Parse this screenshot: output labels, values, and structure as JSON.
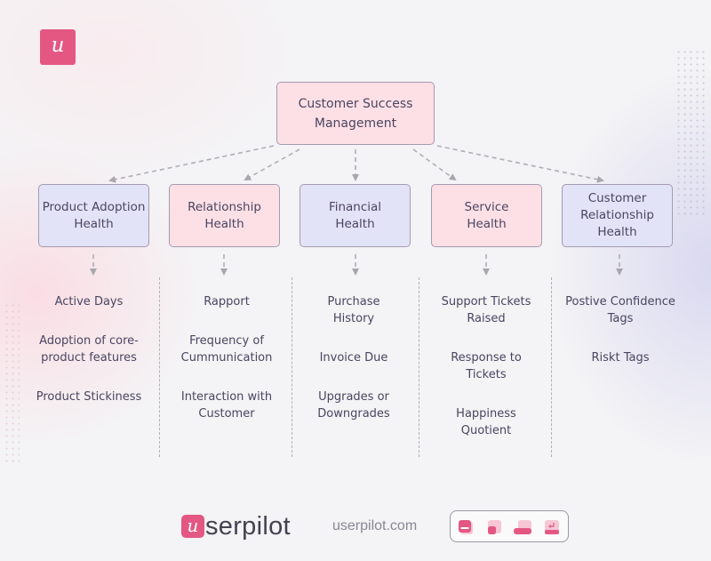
{
  "brand": {
    "logo_letter": "u",
    "wordmark_rest": "serpilot",
    "website": "userpilot.com",
    "accent_color": "#e45782"
  },
  "diagram": {
    "root": {
      "line1": "Customer Success",
      "line2": "Management"
    },
    "categories": [
      {
        "title_lines": [
          "Product Adoption",
          "Health"
        ],
        "color": "lavender",
        "metrics": [
          [
            "Active Days"
          ],
          [
            "Adoption of core-",
            "product features"
          ],
          [
            "Product Stickiness"
          ]
        ]
      },
      {
        "title_lines": [
          "Relationship",
          "Health"
        ],
        "color": "pink",
        "metrics": [
          [
            "Rapport"
          ],
          [
            "Frequency of",
            "Cummunication"
          ],
          [
            "Interaction with",
            "Customer"
          ]
        ]
      },
      {
        "title_lines": [
          "Financial",
          "Health"
        ],
        "color": "lavender",
        "metrics": [
          [
            "Purchase",
            "History"
          ],
          [
            "Invoice Due"
          ],
          [
            "Upgrades or",
            "Downgrades"
          ]
        ]
      },
      {
        "title_lines": [
          "Service",
          "Health"
        ],
        "color": "pink",
        "metrics": [
          [
            "Support Tickets",
            "Raised"
          ],
          [
            "Response to",
            "Tickets"
          ],
          [
            "Happiness",
            "Quotient"
          ]
        ]
      },
      {
        "title_lines": [
          "Customer",
          "Relationship",
          "Health"
        ],
        "color": "lavender",
        "metrics": [
          [
            "Postive Confidence",
            "Tags"
          ],
          [
            "Riskt Tags"
          ]
        ]
      }
    ]
  },
  "footer_icons": [
    "banner-layout-icon",
    "slideout-layout-icon",
    "bottom-bar-layout-icon",
    "enter-key-layout-icon"
  ]
}
